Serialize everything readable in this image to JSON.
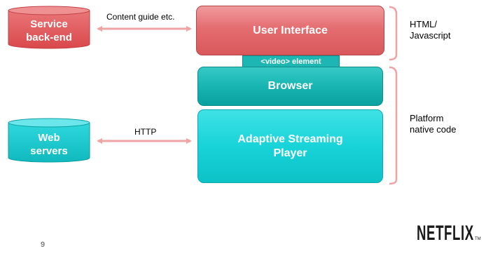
{
  "nodes": {
    "service_backend": "Service\nback-end",
    "web_servers": "Web\nservers",
    "user_interface": "User Interface",
    "video_element": "<video> element",
    "browser": "Browser",
    "adaptive_streaming_player": "Adaptive Streaming\nPlayer"
  },
  "connections": {
    "content_guide": "Content guide etc.",
    "http": "HTTP"
  },
  "layers": {
    "html_js": "HTML/\nJavascript",
    "platform_native": "Platform\nnative code"
  },
  "footer": {
    "page_number": "9",
    "logo_text": "NETFLIX",
    "logo_trademark": "TM"
  },
  "colors": {
    "service_red": "#e05a5d",
    "web_teal": "#14c6cc",
    "arrow_pink": "#f0a3a5",
    "bracket_pink": "#f0a3a5"
  }
}
